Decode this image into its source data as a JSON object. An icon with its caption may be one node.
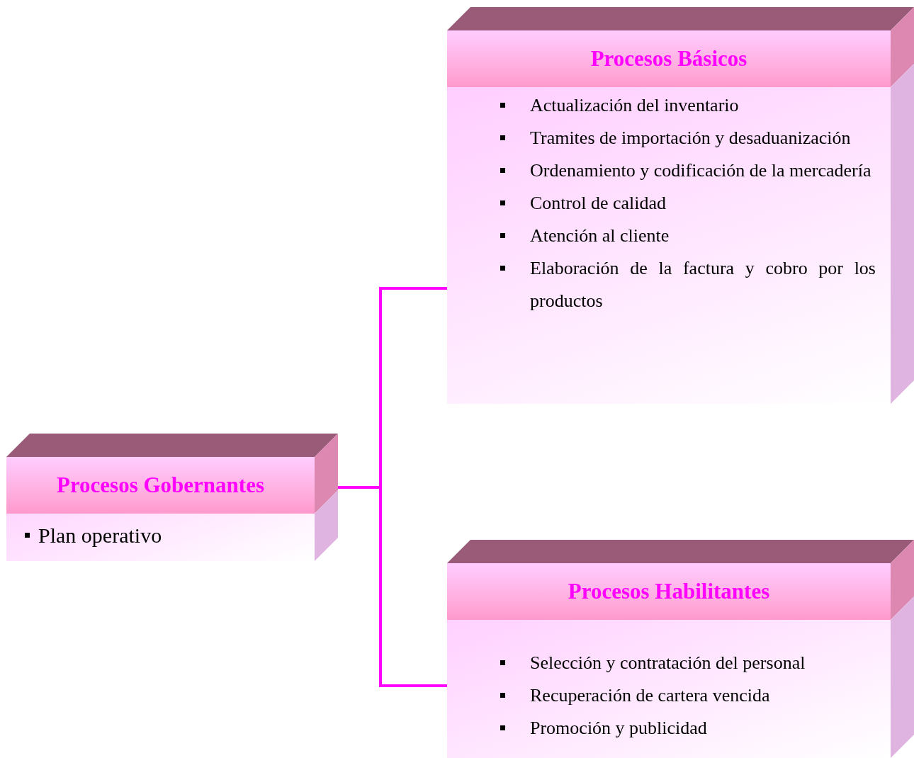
{
  "diagram": {
    "nodes": [
      {
        "text": [
          "Procesos Gobernantes",
          "Plan operativo"
        ]
      },
      {
        "text": [
          "Procesos Básicos",
          "Actualización del inventario",
          "Tramites de importación y desaduanización",
          "Ordenamiento y codificación de la mercadería",
          "Control de calidad",
          "Atención al cliente",
          "Elaboración de la factura y cobro por los productos"
        ]
      },
      {
        "text": [
          "Procesos Habilitantes",
          "Selección y contratación del personal",
          "Recuperación de cartera vencida",
          "Promoción y publicidad"
        ]
      }
    ],
    "edges": [
      {
        "from": 0,
        "to": 1,
        "arrow": "none"
      },
      {
        "from": 0,
        "to": 2,
        "arrow": "none"
      }
    ]
  }
}
